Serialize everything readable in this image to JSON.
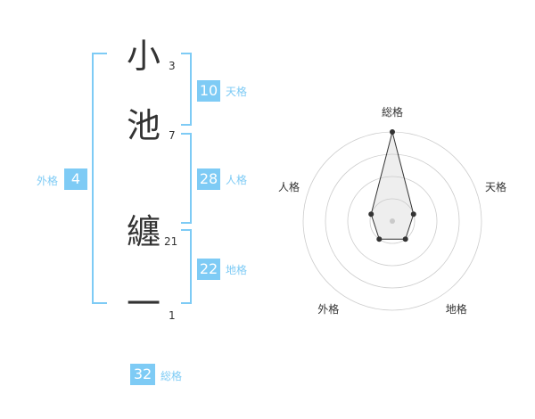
{
  "colors": {
    "accent": "#7ecbf5",
    "text": "#333333",
    "grid": "#cccccc"
  },
  "name": {
    "chars": [
      {
        "char": "小",
        "strokes": "3"
      },
      {
        "char": "池",
        "strokes": "7"
      },
      {
        "char": "纏",
        "strokes": "21"
      },
      {
        "char": "一",
        "strokes": "1"
      }
    ]
  },
  "fortune": {
    "tenkaku": {
      "value": "10",
      "label": "天格"
    },
    "jinkaku": {
      "value": "28",
      "label": "人格"
    },
    "chikaku": {
      "value": "22",
      "label": "地格"
    },
    "gaikaku": {
      "value": "4",
      "label": "外格"
    },
    "soukaku": {
      "value": "32",
      "label": "総格"
    }
  },
  "chart_data": {
    "type": "radar",
    "axes": [
      "総格",
      "天格",
      "地格",
      "外格",
      "人格"
    ],
    "values": [
      4,
      1,
      1,
      1,
      1
    ],
    "rmax": 4,
    "rings": 4,
    "grid": true
  }
}
